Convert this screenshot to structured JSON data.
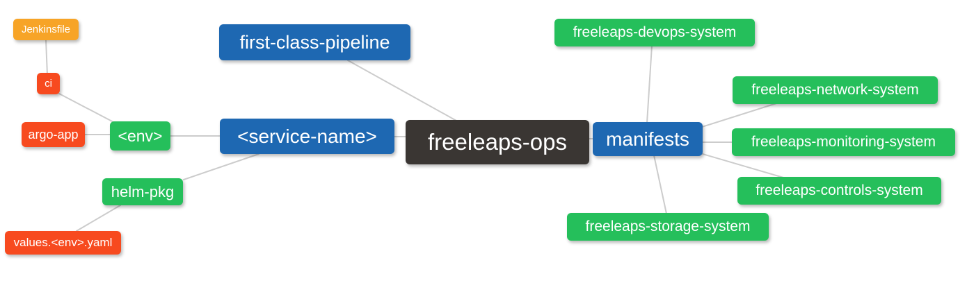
{
  "palette": {
    "root_node": "#3a3633",
    "branch_node": "#1e68b2",
    "green_node": "#25bf5b",
    "red_node": "#f74a1f",
    "amber_node": "#f7a427",
    "edge_line": "#cccccc",
    "node_text": "#ffffff",
    "background": "#ffffff"
  },
  "diagram": {
    "type": "mindmap",
    "root": "freeleaps-ops",
    "nodes": {
      "freeleaps_ops": {
        "label": "freeleaps-ops",
        "color": "dark"
      },
      "first_class_pipeline": {
        "label": "first-class-pipeline",
        "color": "blue"
      },
      "service_name": {
        "label": "<service-name>",
        "color": "blue"
      },
      "manifests": {
        "label": "manifests",
        "color": "blue"
      },
      "env": {
        "label": "<env>",
        "color": "green"
      },
      "helm_pkg": {
        "label": "helm-pkg",
        "color": "green"
      },
      "jenkinsfile": {
        "label": "Jenkinsfile",
        "color": "amber"
      },
      "ci": {
        "label": "ci",
        "color": "red"
      },
      "argo_app": {
        "label": "argo-app",
        "color": "red"
      },
      "values_env_yaml": {
        "label": "values.<env>.yaml",
        "color": "red"
      },
      "devops_system": {
        "label": "freeleaps-devops-system",
        "color": "green"
      },
      "network_system": {
        "label": "freeleaps-network-system",
        "color": "green"
      },
      "monitoring_system": {
        "label": "freeleaps-monitoring-system",
        "color": "green"
      },
      "controls_system": {
        "label": "freeleaps-controls-system",
        "color": "green"
      },
      "storage_system": {
        "label": "freeleaps-storage-system",
        "color": "green"
      }
    },
    "edges": [
      {
        "from": "Jenkinsfile",
        "to": "ci"
      },
      {
        "from": "ci",
        "to": "<env>"
      },
      {
        "from": "argo-app",
        "to": "<env>"
      },
      {
        "from": "<env>",
        "to": "<service-name>"
      },
      {
        "from": "helm-pkg",
        "to": "<service-name>"
      },
      {
        "from": "values.<env>.yaml",
        "to": "helm-pkg"
      },
      {
        "from": "<service-name>",
        "to": "freeleaps-ops"
      },
      {
        "from": "first-class-pipeline",
        "to": "freeleaps-ops"
      },
      {
        "from": "freeleaps-ops",
        "to": "manifests"
      },
      {
        "from": "manifests",
        "to": "freeleaps-devops-system"
      },
      {
        "from": "manifests",
        "to": "freeleaps-network-system"
      },
      {
        "from": "manifests",
        "to": "freeleaps-monitoring-system"
      },
      {
        "from": "manifests",
        "to": "freeleaps-controls-system"
      },
      {
        "from": "manifests",
        "to": "freeleaps-storage-system"
      }
    ]
  }
}
